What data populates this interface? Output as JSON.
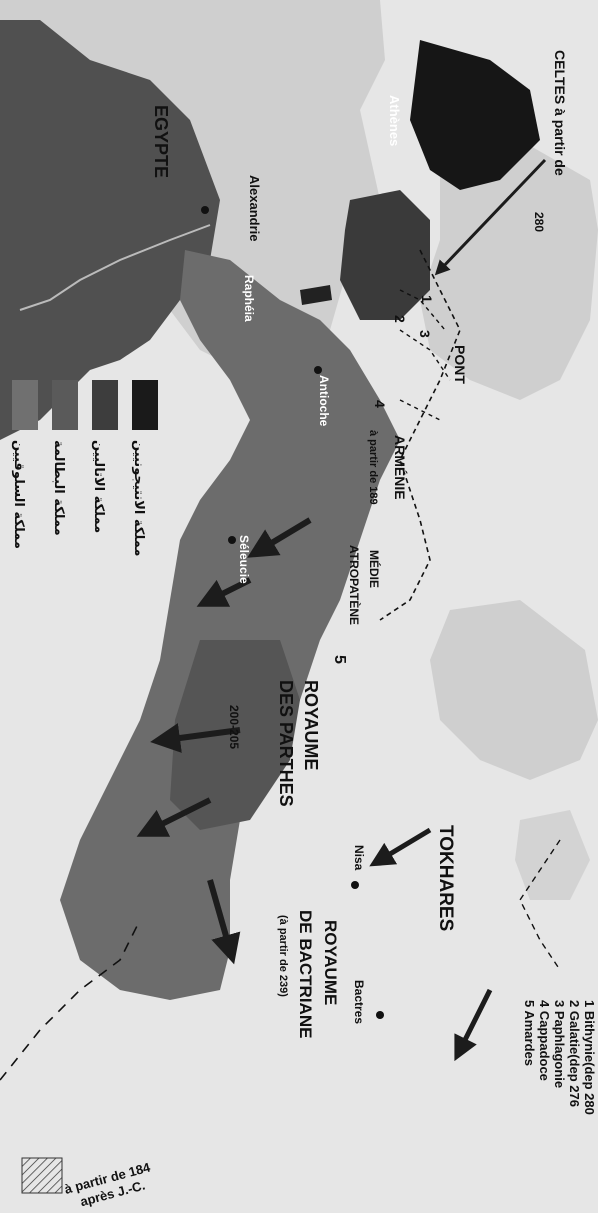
{
  "map": {
    "regions": {
      "celtes": "CELTES à partir de",
      "celtes_year": "280",
      "athenes": "Athènes",
      "alexandrie": "Alexandrie",
      "raphea": "Raphéia",
      "egypte": "EGYPTE",
      "pont": "PONT",
      "armenie": "ARMÉNIE",
      "armenie_note": "à partir de 189",
      "media": "MÉDIE",
      "atropatene": "ATROPATÈNE",
      "antioche": "Antioche",
      "seleucie": "Séleucie",
      "royaume_parthes_line1": "ROYAUME",
      "royaume_parthes_line2": "DES PARTHES",
      "dates_parthes": "200-205",
      "nisa": "Nisa",
      "tokhares": "TOKHARES",
      "bactres": "Bactres",
      "royaume_bactriane_line1": "ROYAUME",
      "royaume_bactriane_line2": "DE BACTRIANE",
      "bactriane_note": "(à partir de 239)",
      "inset_line1": "à partir de 184",
      "inset_line2": "après J.-C."
    },
    "numbered": [
      "1",
      "2",
      "3",
      "4",
      "5"
    ],
    "numbered_key": [
      "1 Bithynie(dep 280",
      "2 Galatie(dep 276",
      "3 Paphlagonie",
      "4 Cappadoce",
      "5 Amardes"
    ],
    "legend": [
      {
        "label": "مملكة الانتيجونيين",
        "color": "#1a1a1a"
      },
      {
        "label": "مملكة الاتاليين",
        "color": "#3d3d3d"
      },
      {
        "label": "مملكة البطالمة",
        "color": "#5a5a5a"
      },
      {
        "label": "مملكة السلوقيين",
        "color": "#707070"
      }
    ],
    "colors": {
      "sea": "#d6d6d6",
      "land": "#efefef",
      "seleucid": "#6e6e6e",
      "antigonid": "#161616",
      "ptolemaic": "#555555",
      "arrow": "#1c1c1c"
    }
  }
}
